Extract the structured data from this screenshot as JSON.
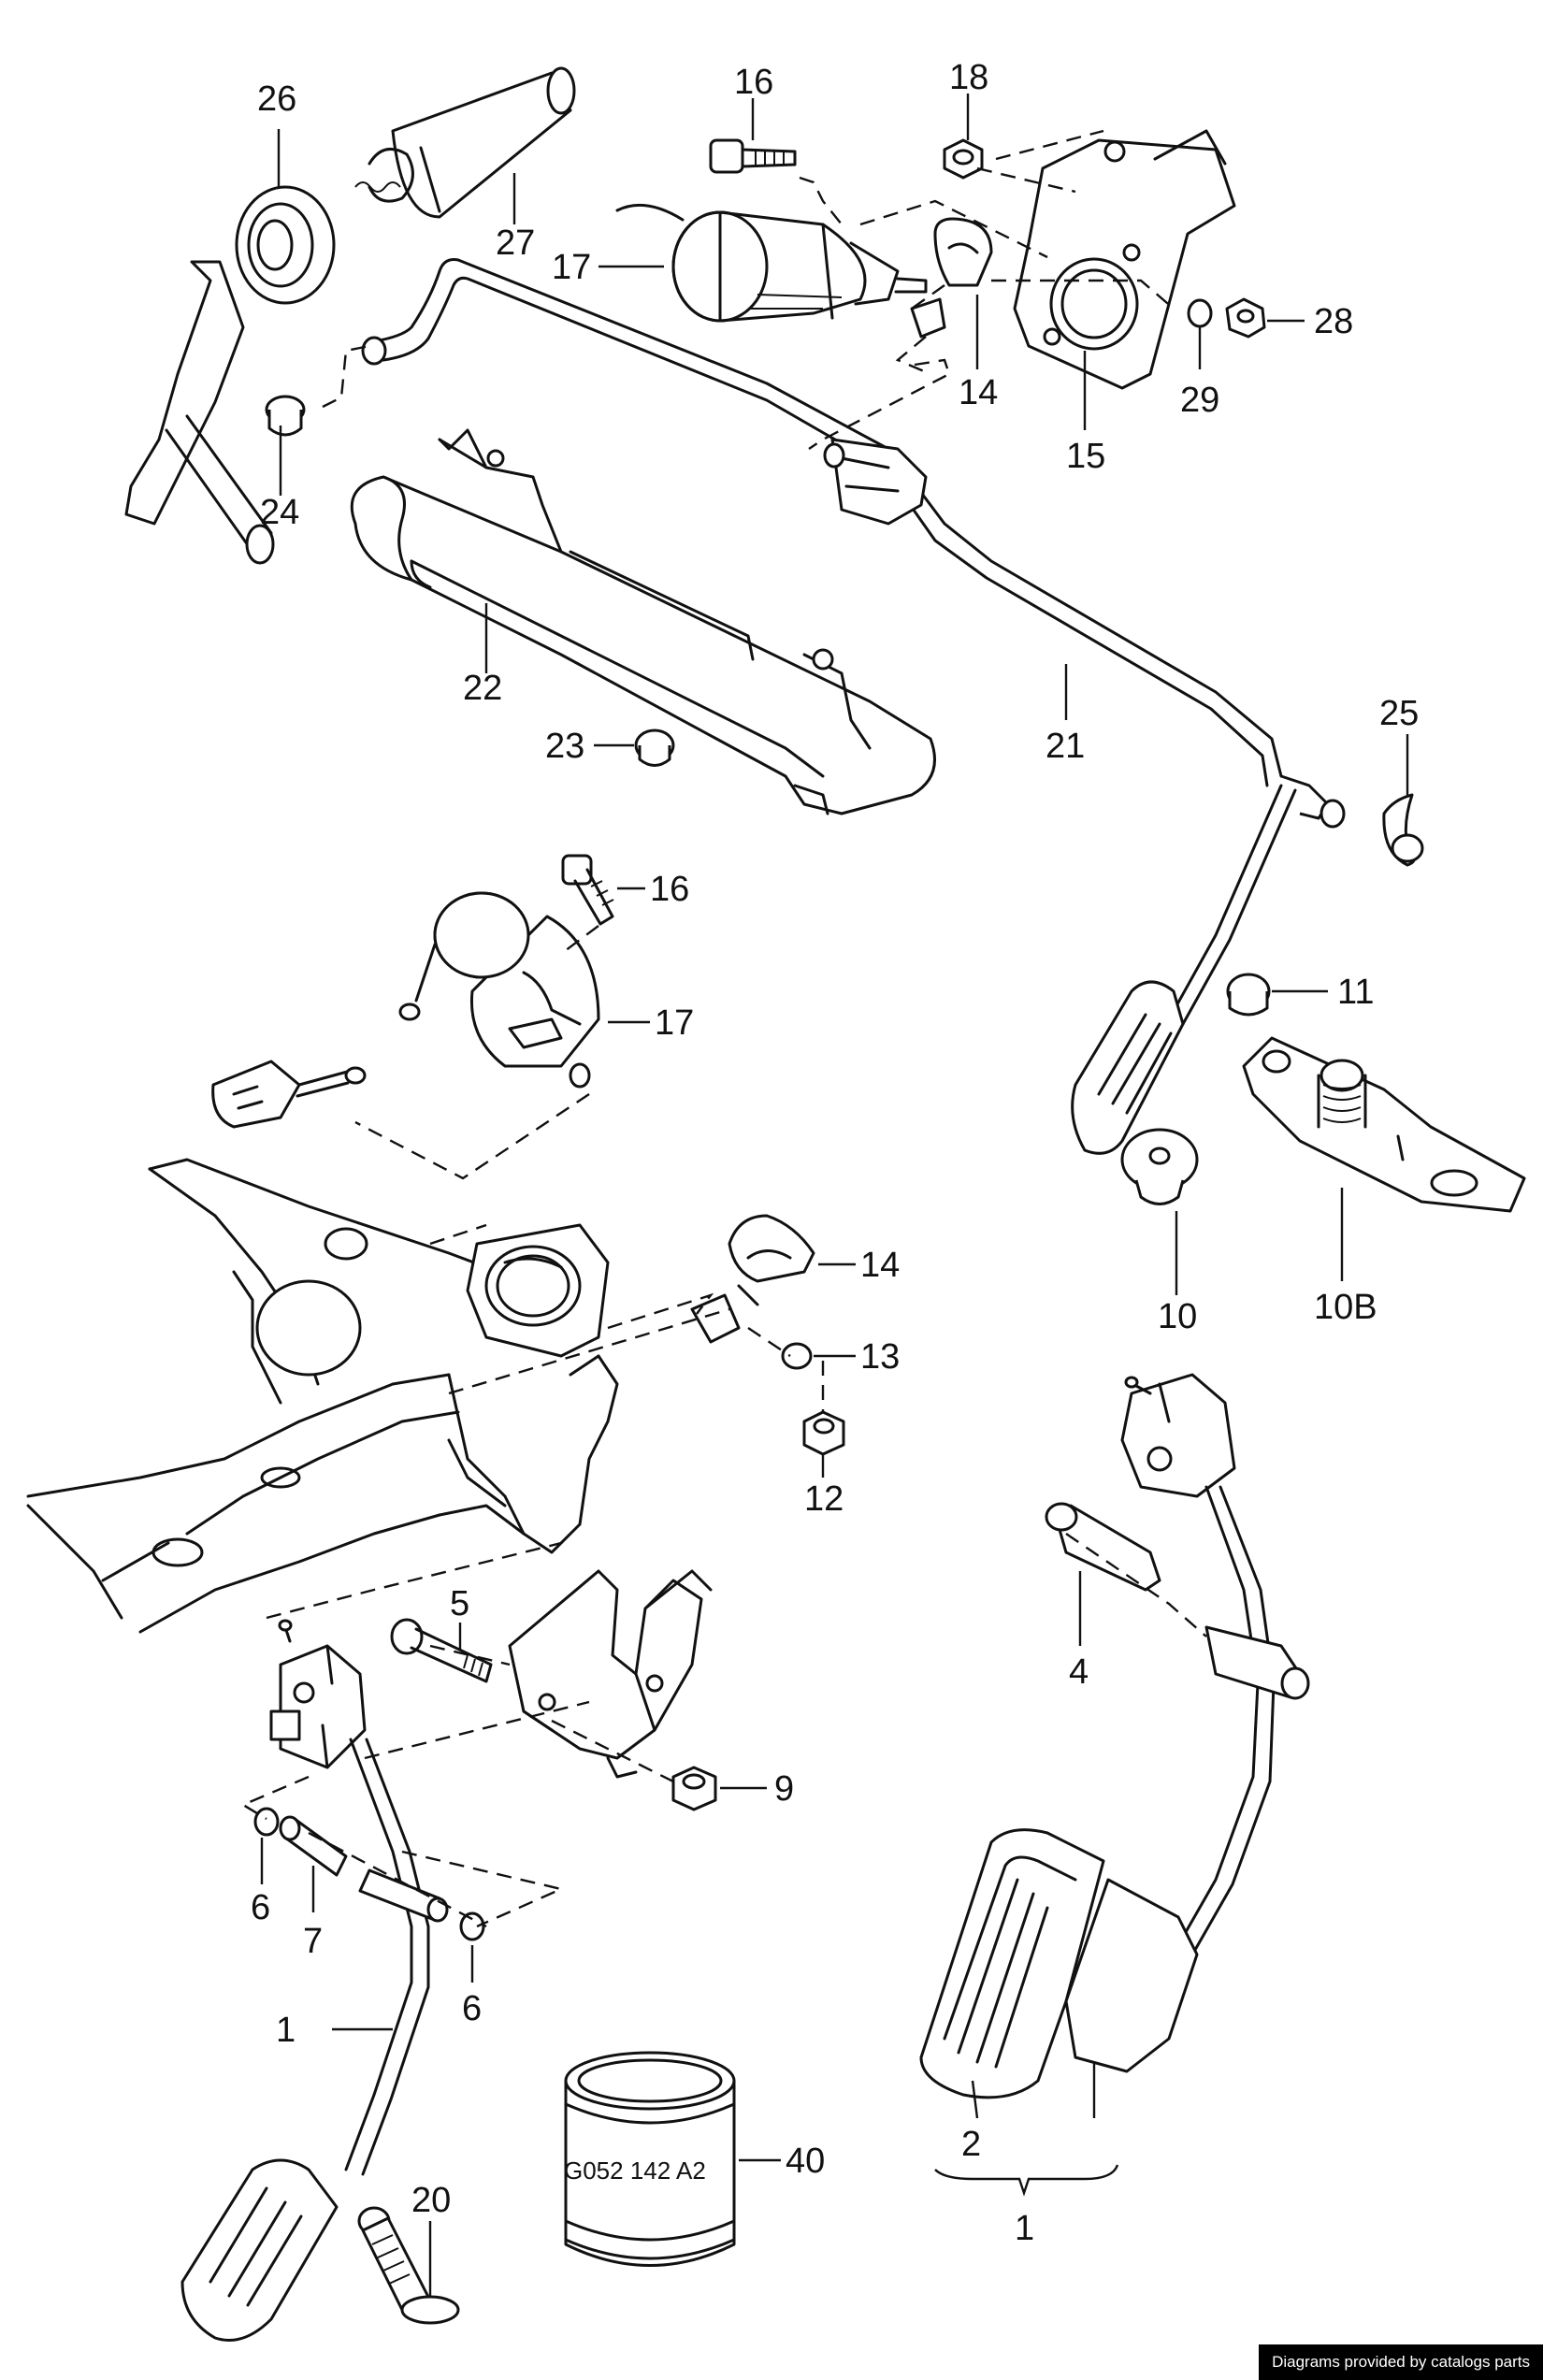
{
  "parts": [
    {
      "id": "p26",
      "text": "26"
    },
    {
      "id": "p27",
      "text": "27"
    },
    {
      "id": "p16a",
      "text": "16"
    },
    {
      "id": "p18",
      "text": "18"
    },
    {
      "id": "p17a",
      "text": "17"
    },
    {
      "id": "p14a",
      "text": "14"
    },
    {
      "id": "p15",
      "text": "15"
    },
    {
      "id": "p28",
      "text": "28"
    },
    {
      "id": "p29",
      "text": "29"
    },
    {
      "id": "p24",
      "text": "24"
    },
    {
      "id": "p22",
      "text": "22"
    },
    {
      "id": "p23",
      "text": "23"
    },
    {
      "id": "p21",
      "text": "21"
    },
    {
      "id": "p25",
      "text": "25"
    },
    {
      "id": "p16b",
      "text": "16"
    },
    {
      "id": "p17b",
      "text": "17"
    },
    {
      "id": "p11",
      "text": "11"
    },
    {
      "id": "p10b",
      "text": "10B"
    },
    {
      "id": "p10",
      "text": "10"
    },
    {
      "id": "p14b",
      "text": "14"
    },
    {
      "id": "p13",
      "text": "13"
    },
    {
      "id": "p12",
      "text": "12"
    },
    {
      "id": "p5",
      "text": "5"
    },
    {
      "id": "p4",
      "text": "4"
    },
    {
      "id": "p9",
      "text": "9"
    },
    {
      "id": "p6a",
      "text": "6"
    },
    {
      "id": "p7",
      "text": "7"
    },
    {
      "id": "p6b",
      "text": "6"
    },
    {
      "id": "p1a",
      "text": "1"
    },
    {
      "id": "p2",
      "text": "2"
    },
    {
      "id": "p1b",
      "text": "1"
    },
    {
      "id": "p20",
      "text": "20"
    },
    {
      "id": "p40",
      "text": "40"
    }
  ],
  "can_label": "G052 142 A2",
  "credit": "Diagrams provided by catalogs parts"
}
